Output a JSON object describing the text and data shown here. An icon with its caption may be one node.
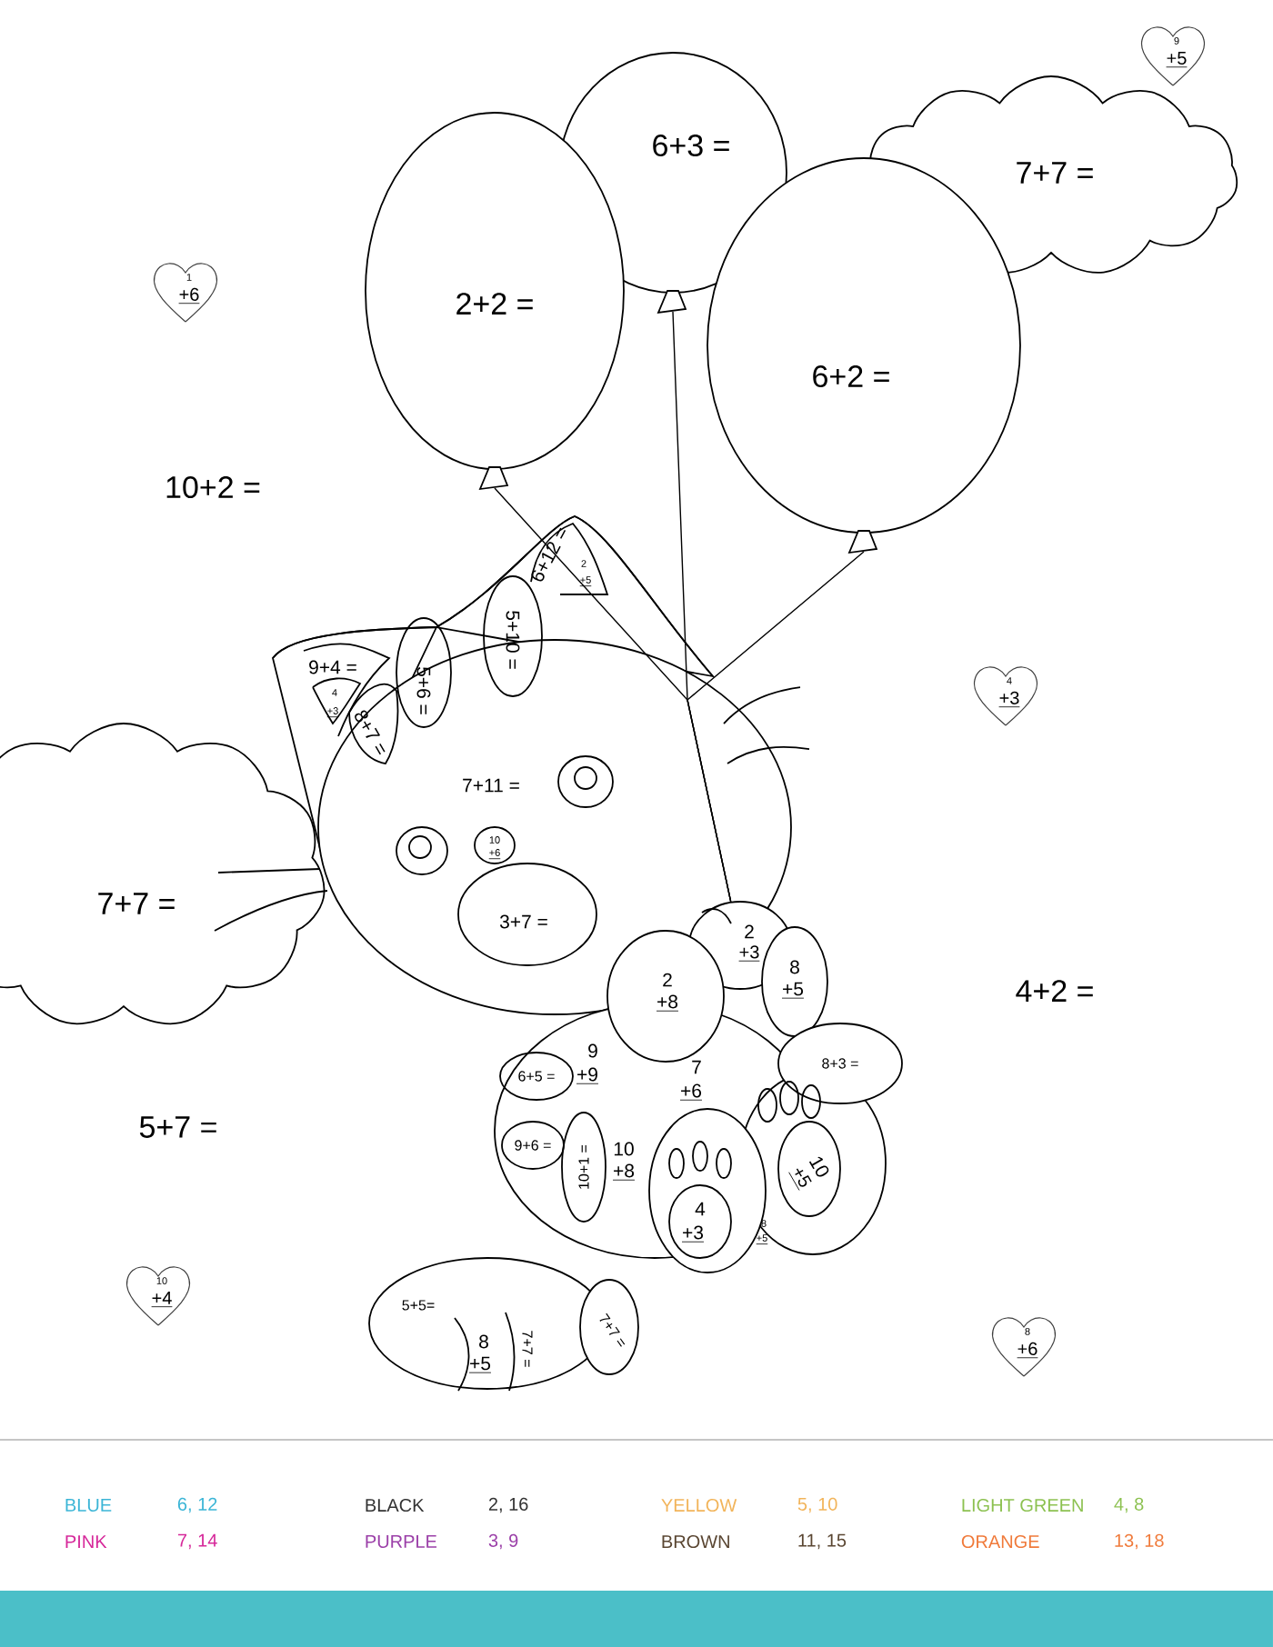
{
  "diagram": {
    "nodes": [
      {
        "text": [
          "9",
          "+5"
        ]
      },
      {
        "text": [
          "6+3 ="
        ]
      },
      {
        "text": [
          "7+7 ="
        ]
      },
      {
        "text": [
          "1",
          "+6"
        ]
      },
      {
        "text": [
          "2+2 ="
        ]
      },
      {
        "text": [
          "6+2 ="
        ]
      },
      {
        "text": [
          "4",
          "+3"
        ]
      },
      {
        "text": [
          "7+7 ="
        ]
      },
      {
        "text": [
          "10",
          "+4"
        ]
      },
      {
        "text": [
          "8",
          "+6"
        ]
      },
      {
        "text": [
          "2",
          "+3"
        ]
      }
    ],
    "edges": [
      {
        "from": 4,
        "to": 10,
        "arrow": "none"
      },
      {
        "from": 1,
        "to": 10,
        "arrow": "none"
      },
      {
        "from": 5,
        "to": 10,
        "arrow": "none"
      }
    ],
    "labels": [
      "10+2 =",
      "6+12 =",
      "2",
      "+5",
      "9+4 =",
      "4",
      "+3",
      "5+10 =",
      "5+6 =",
      "8+7 =",
      "7+11 =",
      "10",
      "+6",
      "3+7 =",
      "8",
      "+5",
      "2",
      "+8",
      "4+2 =",
      "9",
      "+9",
      "7",
      "+6",
      "6+5 =",
      "8+3 =",
      "9+6 =",
      "10+1 =",
      "10",
      "+8",
      "10",
      "+5",
      "5+7 =",
      "4",
      "+3",
      "8",
      "+5",
      "5+5=",
      "7+7 =",
      "8",
      "+5",
      "7+7 =",
      "6, 12",
      "2, 16",
      "5, 10",
      "4, 8",
      "7, 14",
      "3, 9",
      "11, 15",
      "13, 18"
    ],
    "legend": [
      {
        "text": "BLUE",
        "color": "#3bb5d6"
      },
      {
        "text": "BLACK",
        "color": "#333333"
      },
      {
        "text": "YELLOW",
        "color": "#f2b45a"
      },
      {
        "text": "LIGHT GREEN",
        "color": "#8cc150"
      },
      {
        "text": "PINK",
        "color": "#d6289a"
      },
      {
        "text": "PURPLE",
        "color": "#9b3fa8"
      },
      {
        "text": "BROWN",
        "color": "#5a4632"
      },
      {
        "text": "ORANGE",
        "color": "#f07a3a"
      }
    ]
  }
}
